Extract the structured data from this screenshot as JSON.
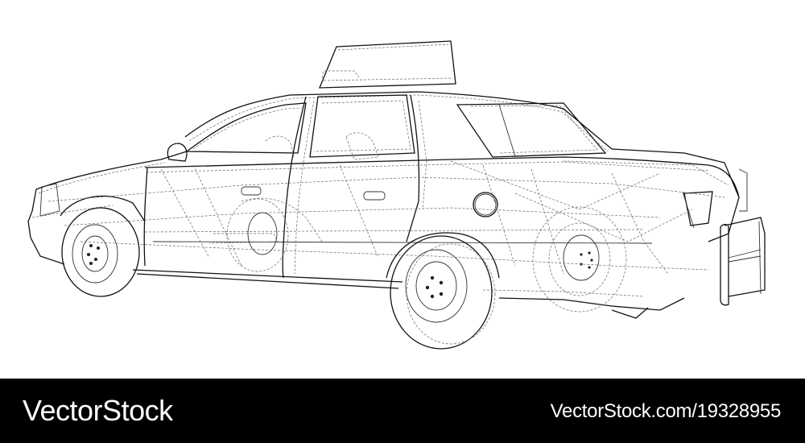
{
  "illustration": {
    "subject": "Taxi car wireframe (blueprint-style line drawing)",
    "colors": {
      "background": "#ffffff",
      "line": "#111111",
      "hidden_line": "#666666"
    }
  },
  "footer": {
    "brand": "VectorStock",
    "reference": "VectorStock.com/19328955",
    "colors": {
      "background": "#000000",
      "text": "#ffffff"
    }
  }
}
